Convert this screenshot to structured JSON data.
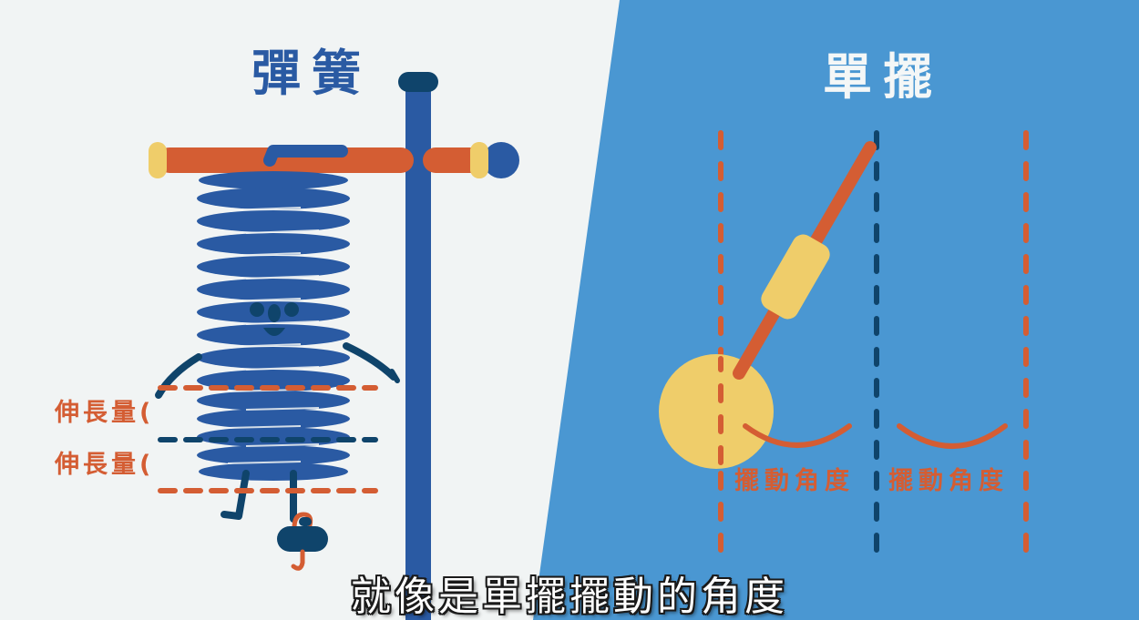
{
  "scene": {
    "background_left": "#f1f4f4",
    "background_right": "#4a97d2",
    "colors": {
      "spring_blue": "#2a5aa3",
      "dark_navy": "#0f446b",
      "orange": "#d45d33",
      "yellow": "#efcd6a"
    }
  },
  "left_panel": {
    "title": "彈簧",
    "extension_labels": [
      "伸長量(",
      "伸長量("
    ]
  },
  "right_panel": {
    "title": "單擺",
    "angle_labels": [
      "擺動角度",
      "擺動角度"
    ]
  },
  "subtitle": {
    "text": "就像是單擺擺動的角度"
  }
}
